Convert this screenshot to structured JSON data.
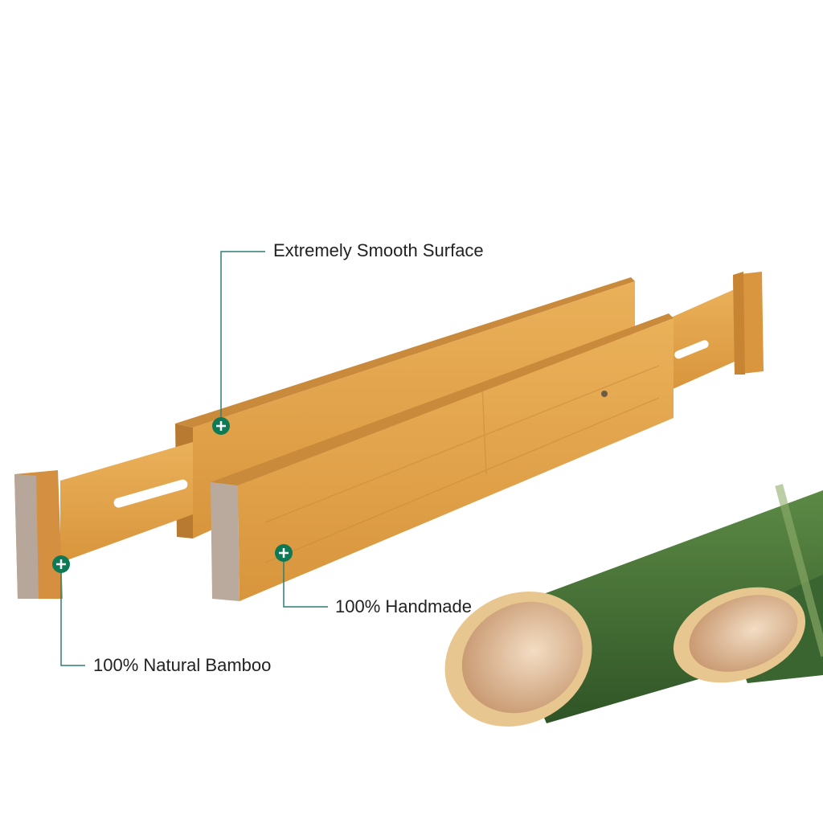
{
  "colors": {
    "marker": "#0e7a55",
    "leader_line": "#2f7f72",
    "bamboo_wood": "#e0a24a",
    "bamboo_green": "#3f6e32"
  },
  "callouts": [
    {
      "label": "Extremely Smooth Surface",
      "icon": "plus-icon"
    },
    {
      "label": "100% Handmade",
      "icon": "plus-icon"
    },
    {
      "label": "100% Natural Bamboo",
      "icon": "plus-icon"
    }
  ]
}
